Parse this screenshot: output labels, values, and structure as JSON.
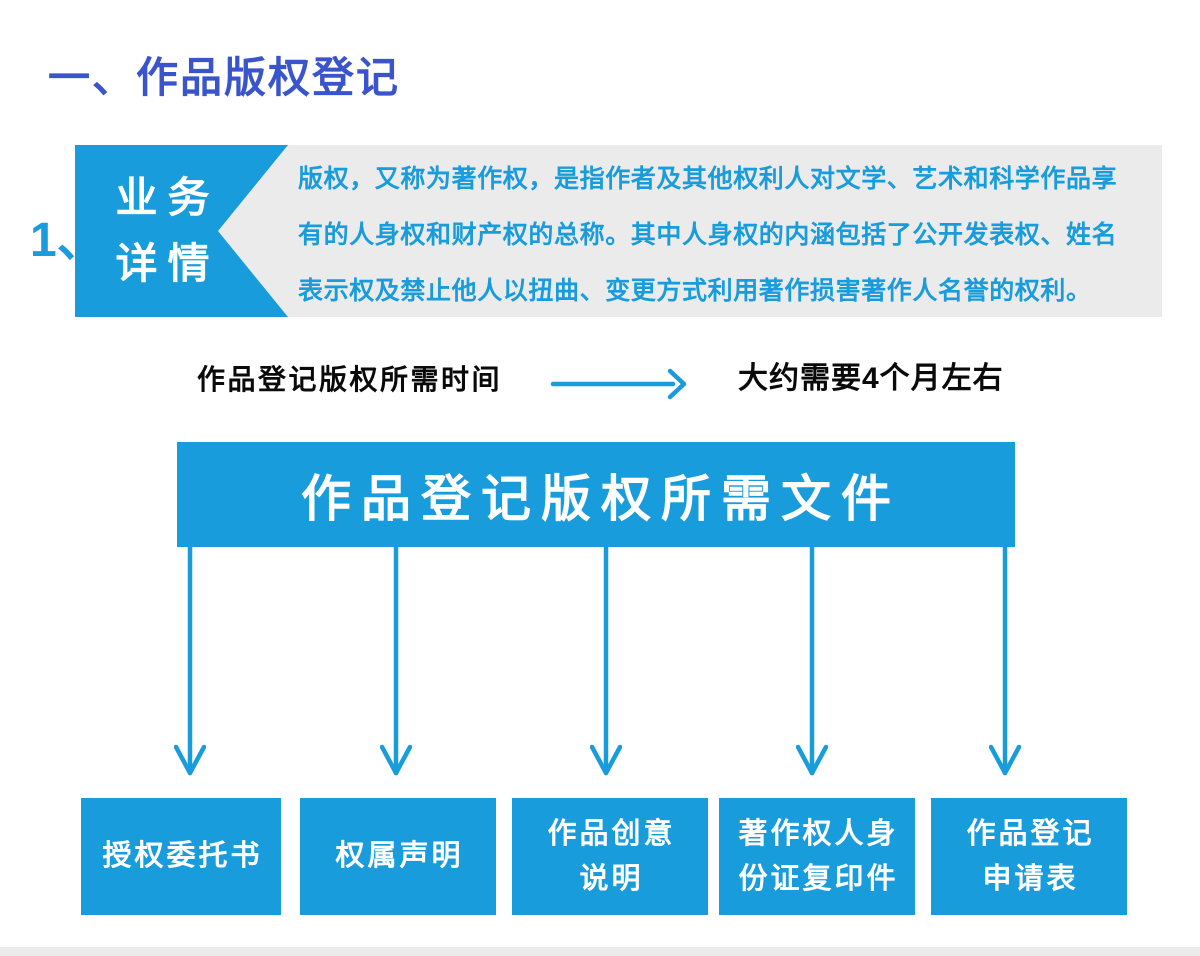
{
  "page": {
    "title": "一、作品版权登记",
    "item_number": "1、"
  },
  "detail": {
    "tab_lines": [
      "业务",
      "详情"
    ],
    "description_lines": [
      "版权，又称为著作权，是指作者及其他权利人对文学、艺术和科学作品享",
      "有的人身权和财产权的总称。其中人身权的内涵包括了公开发表权、姓名",
      "表示权及禁止他人以扭曲、变更方式利用著作损害著作人名誉的权利。"
    ]
  },
  "timeline": {
    "label": "作品登记版权所需时间",
    "value": "大约需要4个月左右"
  },
  "documents": {
    "header": "作品登记版权所需文件",
    "items": [
      {
        "lines": [
          "授权委托书"
        ]
      },
      {
        "lines": [
          "权属声明"
        ]
      },
      {
        "lines": [
          "作品创意",
          "说明"
        ]
      },
      {
        "lines": [
          "著作权人身",
          "份证复印件"
        ]
      },
      {
        "lines": [
          "作品登记",
          "申请表"
        ]
      }
    ]
  },
  "colors": {
    "azure_blue": "#199CDB",
    "royal_blue": "#3A55CC",
    "panel_gray": "#EBEBEB",
    "text_white": "#FFFFFF",
    "text_black": "#0A0A0A"
  }
}
